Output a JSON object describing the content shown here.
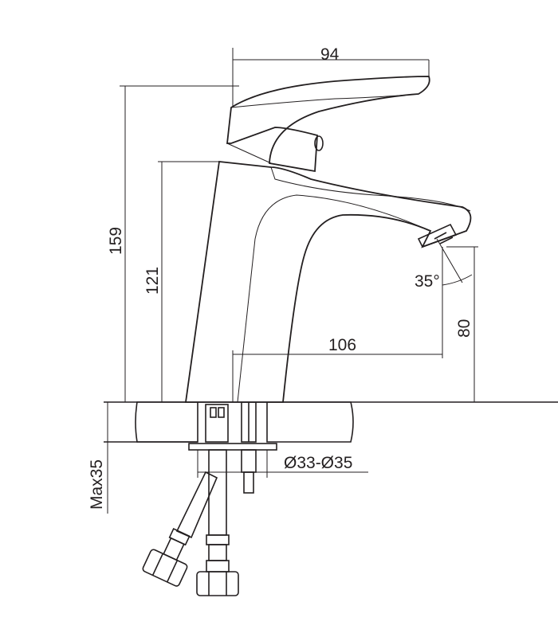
{
  "drawing": {
    "dimensions": {
      "handle_length": "94",
      "total_height": "159",
      "body_height": "121",
      "spout_reach": "106",
      "spout_angle": "35°",
      "spout_clearance": "80",
      "hole_diameter": "Ø33-Ø35",
      "max_counter_thickness": "Max35"
    }
  }
}
